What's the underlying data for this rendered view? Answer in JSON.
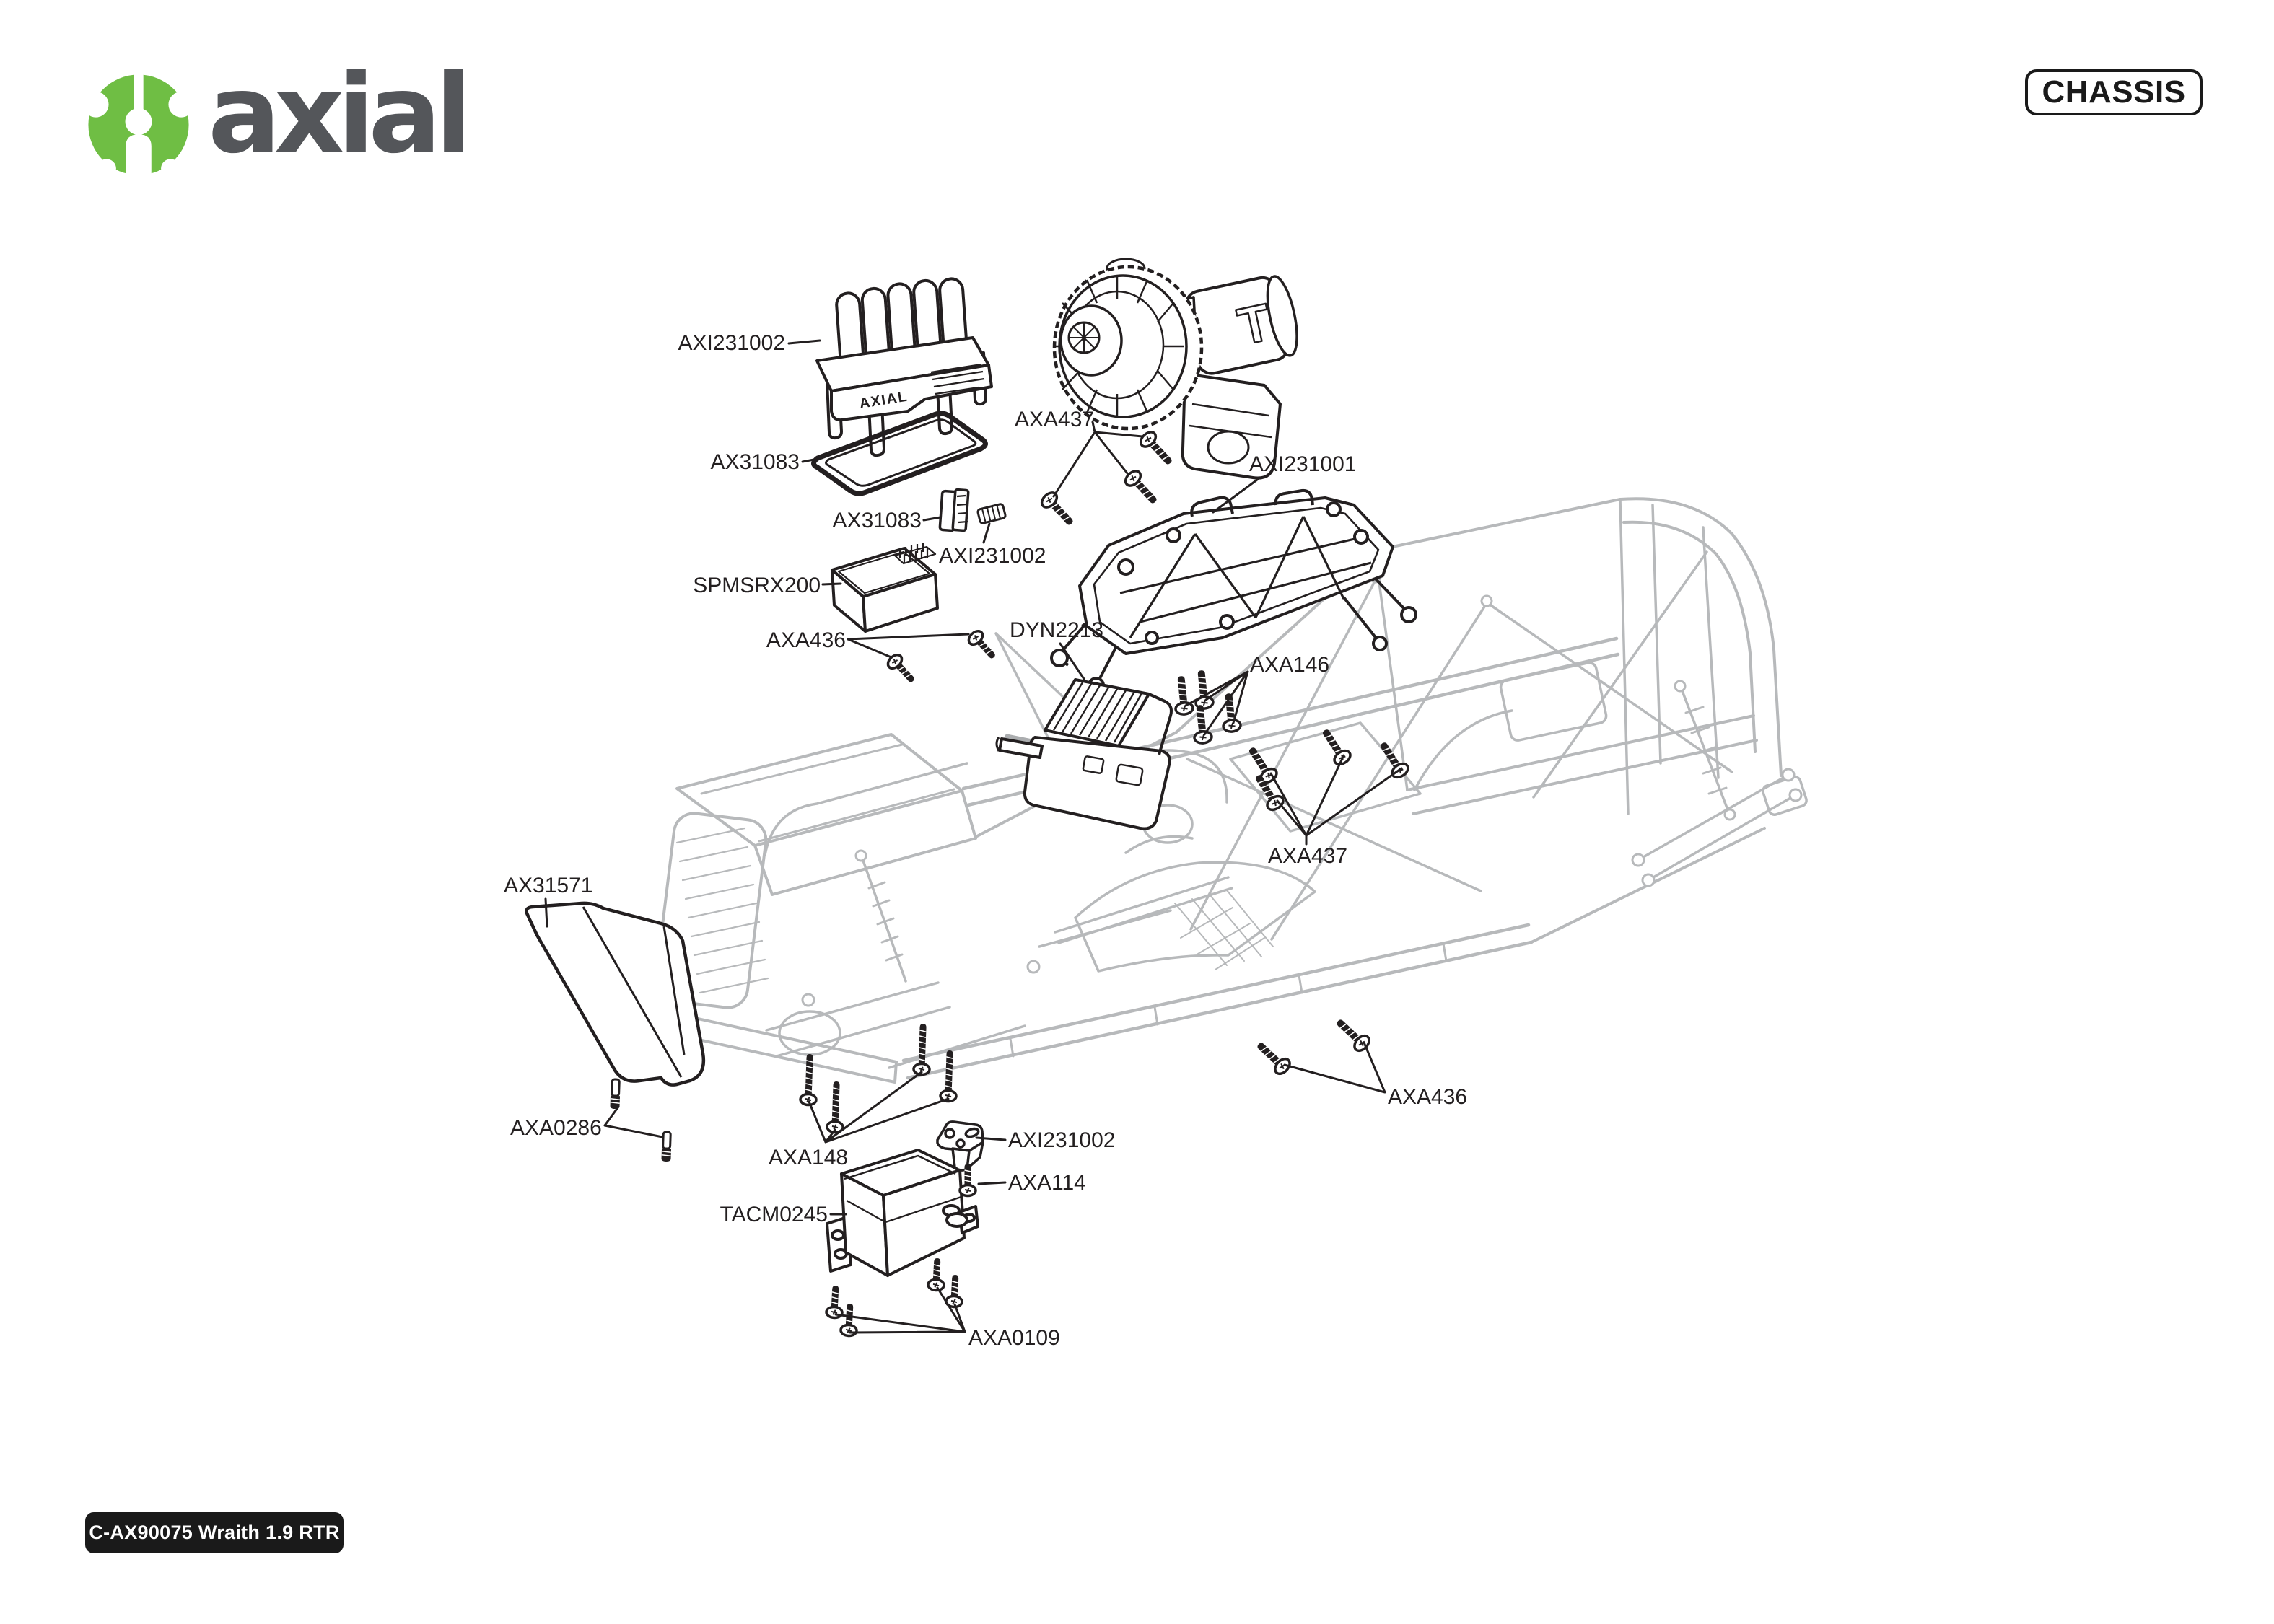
{
  "header": {
    "brand_text": "axial",
    "chassis_badge": "CHASSIS"
  },
  "footer": {
    "model_badge": "C-AX90075 Wraith 1.9 RTR"
  },
  "diagram": {
    "engine_marking": "AXIAL",
    "motor_marking": "T",
    "icons": {
      "logo_icon": "axial-gear-emblem"
    }
  },
  "colors": {
    "brand_green": "#6FBE44",
    "brand_gray": "#54565A",
    "line_black": "#231F20",
    "wireframe_gray": "#B7B9BB"
  },
  "labels": [
    {
      "text": "AXI231002"
    },
    {
      "text": "AX31083"
    },
    {
      "text": "AXA437"
    },
    {
      "text": "AXI231001"
    },
    {
      "text": "AX31083"
    },
    {
      "text": "AXI231002"
    },
    {
      "text": "SPMSRX200"
    },
    {
      "text": "AXA436"
    },
    {
      "text": "DYN2213"
    },
    {
      "text": "AXA146"
    },
    {
      "text": "AXA437"
    },
    {
      "text": "AX31571"
    },
    {
      "text": "AXA0286"
    },
    {
      "text": "AXA436"
    },
    {
      "text": "AXA148"
    },
    {
      "text": "AXI231002"
    },
    {
      "text": "AXA114"
    },
    {
      "text": "TACM0245"
    },
    {
      "text": "AXA0109"
    }
  ]
}
